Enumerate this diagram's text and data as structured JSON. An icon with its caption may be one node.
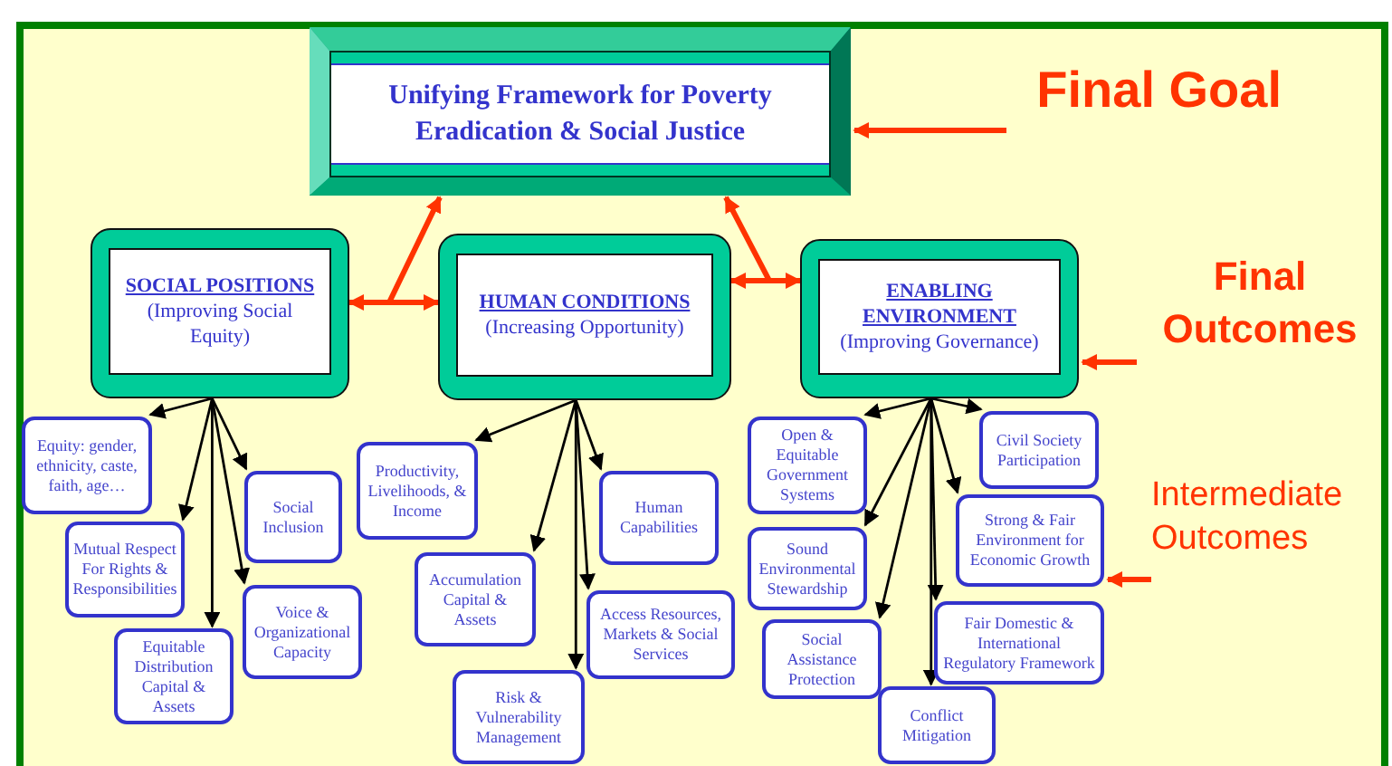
{
  "diagram": {
    "nodes": [
      {
        "text": [
          "Unifying Framework for Poverty Eradication & Social Justice"
        ]
      },
      {
        "text": [
          "SOCIAL POSITIONS",
          "(Improving Social Equity)"
        ]
      },
      {
        "text": [
          "HUMAN CONDITIONS",
          "(Increasing Opportunity)"
        ]
      },
      {
        "text": [
          "ENABLING ENVIRONMENT",
          "(Improving Governance)"
        ]
      },
      {
        "text": [
          "Equity: gender, ethnicity, caste, faith, age…"
        ]
      },
      {
        "text": [
          "Mutual Respect For Rights & Responsibilities"
        ]
      },
      {
        "text": [
          "Social Inclusion"
        ]
      },
      {
        "text": [
          "Equitable Distribution Capital & Assets"
        ]
      },
      {
        "text": [
          "Voice & Organizational Capacity"
        ]
      },
      {
        "text": [
          "Productivity, Livelihoods, & Income"
        ]
      },
      {
        "text": [
          "Accumulation Capital & Assets"
        ]
      },
      {
        "text": [
          "Human Capabilities"
        ]
      },
      {
        "text": [
          "Access Resources, Markets & Social Services"
        ]
      },
      {
        "text": [
          "Risk & Vulnerability Management"
        ]
      },
      {
        "text": [
          "Open & Equitable Government Systems"
        ]
      },
      {
        "text": [
          "Civil Society Participation"
        ]
      },
      {
        "text": [
          "Sound Environmental Stewardship"
        ]
      },
      {
        "text": [
          "Strong & Fair Environment for Economic Growth"
        ]
      },
      {
        "text": [
          "Social Assistance Protection"
        ]
      },
      {
        "text": [
          "Fair Domestic & International Regulatory Framework"
        ]
      },
      {
        "text": [
          "Conflict Mitigation"
        ]
      },
      {
        "text": [
          "Final Goal"
        ]
      },
      {
        "text": [
          "Final Outcomes"
        ]
      },
      {
        "text": [
          "Intermediate Outcomes"
        ]
      }
    ],
    "edges": [
      {
        "from": 1,
        "to": 2,
        "arrow": "both",
        "style": "thick",
        "color": "#ff3300"
      },
      {
        "from": 1,
        "to": 0,
        "arrow": "to",
        "style": "thick",
        "color": "#ff3300"
      },
      {
        "from": 2,
        "to": 3,
        "arrow": "both",
        "style": "thick",
        "color": "#ff3300"
      },
      {
        "from": 3,
        "to": 0,
        "arrow": "to",
        "style": "thick",
        "color": "#ff3300"
      },
      {
        "from": 1,
        "to": 4,
        "arrow": "to"
      },
      {
        "from": 1,
        "to": 5,
        "arrow": "to"
      },
      {
        "from": 1,
        "to": 6,
        "arrow": "to"
      },
      {
        "from": 1,
        "to": 7,
        "arrow": "to"
      },
      {
        "from": 1,
        "to": 8,
        "arrow": "to"
      },
      {
        "from": 2,
        "to": 9,
        "arrow": "to"
      },
      {
        "from": 2,
        "to": 10,
        "arrow": "to"
      },
      {
        "from": 2,
        "to": 11,
        "arrow": "to"
      },
      {
        "from": 2,
        "to": 12,
        "arrow": "to"
      },
      {
        "from": 2,
        "to": 13,
        "arrow": "to"
      },
      {
        "from": 3,
        "to": 14,
        "arrow": "to"
      },
      {
        "from": 3,
        "to": 15,
        "arrow": "to"
      },
      {
        "from": 3,
        "to": 16,
        "arrow": "to"
      },
      {
        "from": 3,
        "to": 17,
        "arrow": "to"
      },
      {
        "from": 3,
        "to": 18,
        "arrow": "to"
      },
      {
        "from": 3,
        "to": 19,
        "arrow": "to"
      },
      {
        "from": 3,
        "to": 20,
        "arrow": "to"
      },
      {
        "from": 21,
        "to": 0,
        "arrow": "to",
        "style": "thick",
        "color": "#ff3300"
      },
      {
        "from": 22,
        "to": 3,
        "arrow": "to",
        "style": "thick",
        "color": "#ff3300"
      },
      {
        "from": 23,
        "to": 17,
        "arrow": "to",
        "style": "thick",
        "color": "#ff3300"
      }
    ]
  }
}
